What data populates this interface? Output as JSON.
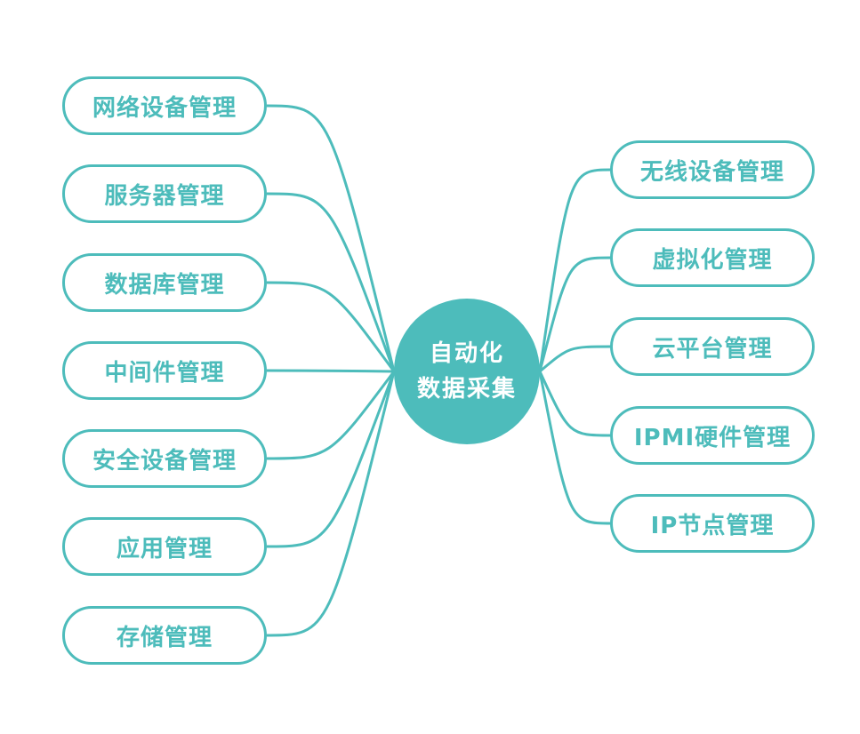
{
  "center": {
    "line1": "自动化",
    "line2": "数据采集"
  },
  "left_nodes": [
    "网络设备管理",
    "服务器管理",
    "数据库管理",
    "中间件管理",
    "安全设备管理",
    "应用管理",
    "存储管理"
  ],
  "right_nodes": [
    "无线设备管理",
    "虚拟化管理",
    "云平台管理",
    "IPMI硬件管理",
    "IP节点管理"
  ],
  "colors": {
    "accent": "#4dbcbb"
  }
}
